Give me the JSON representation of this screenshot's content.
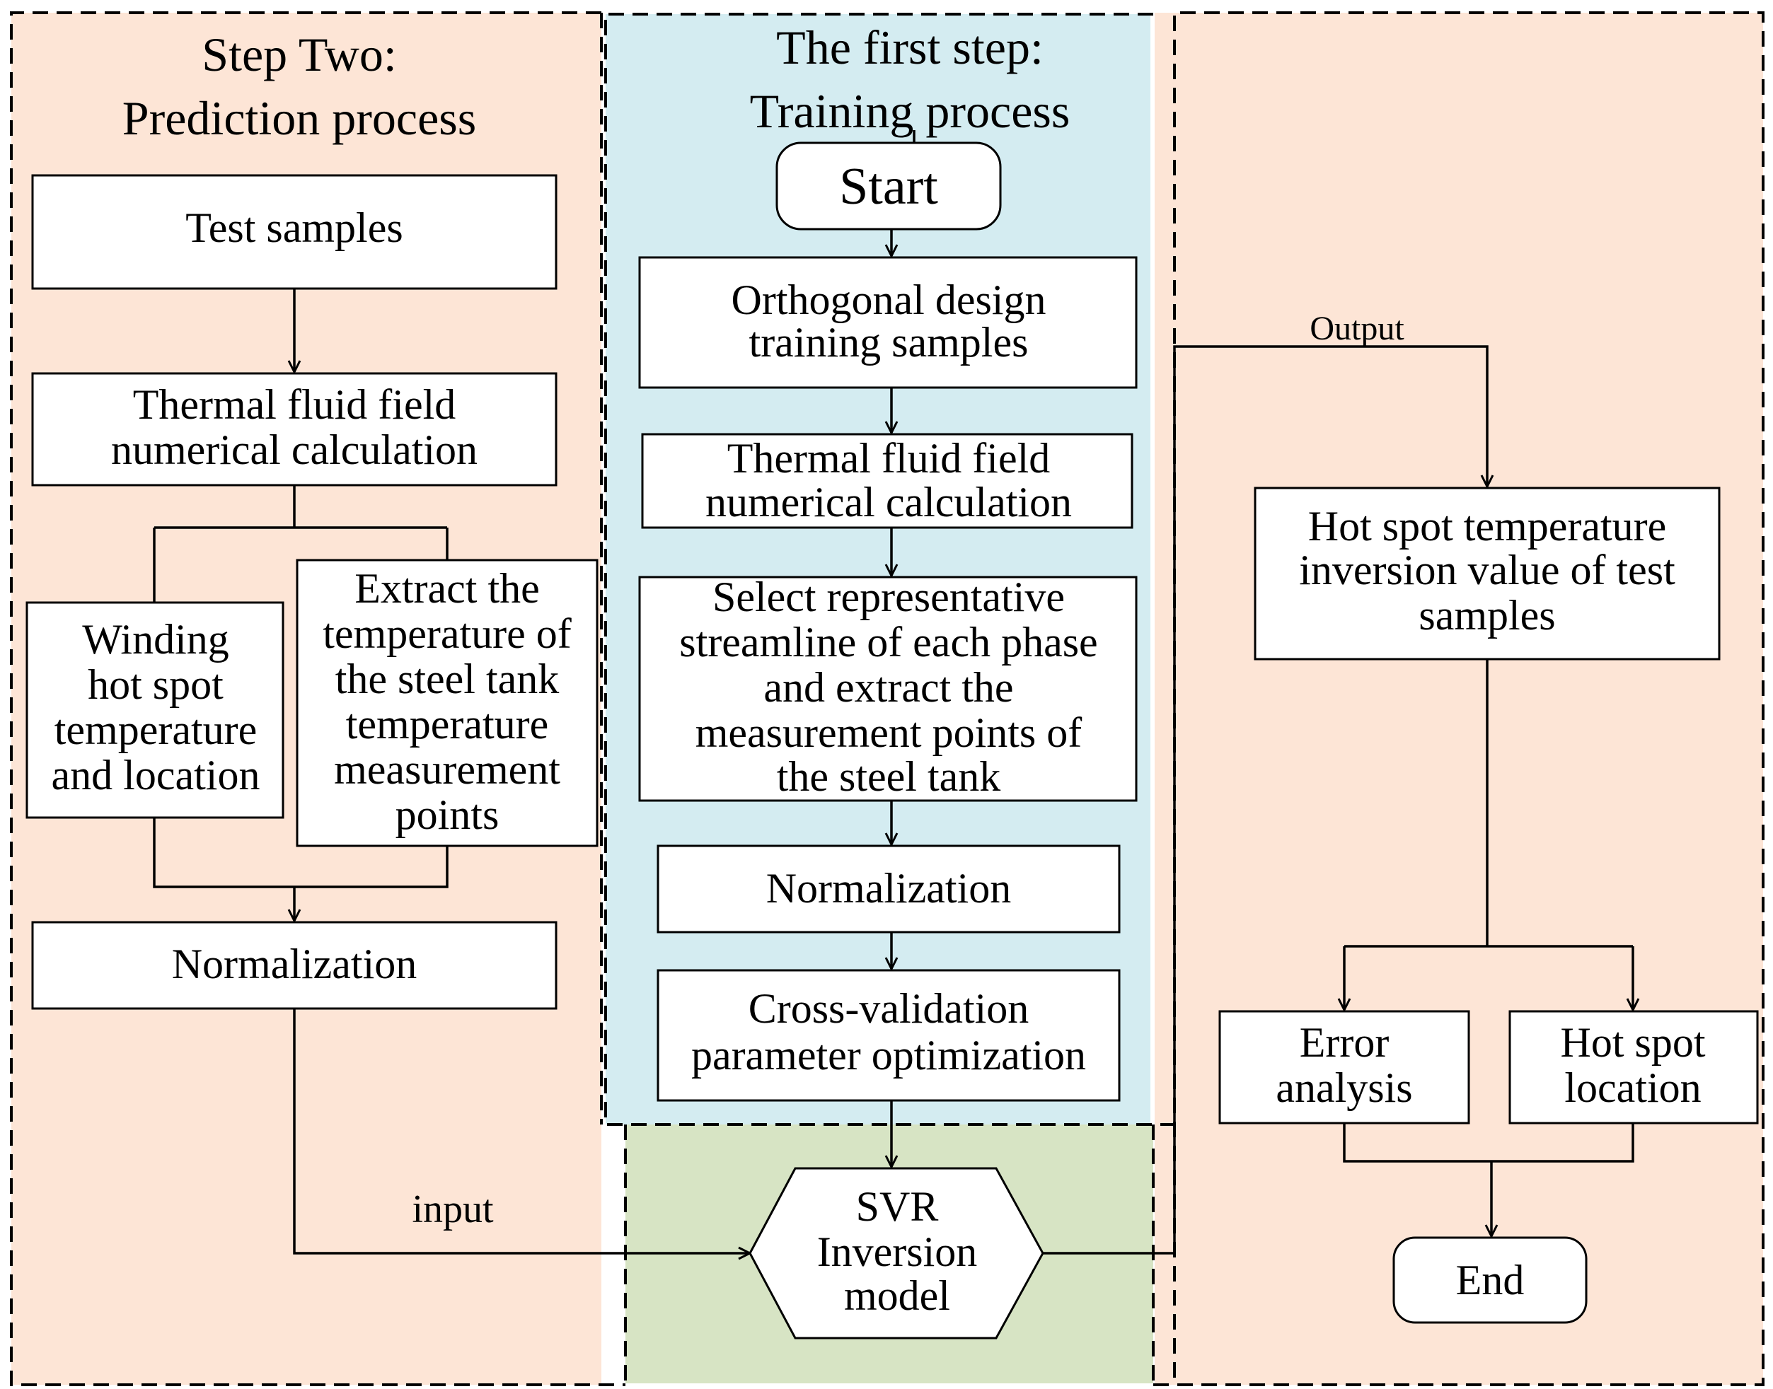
{
  "colors": {
    "panel_peach": "#fde5d6",
    "panel_blue": "#d4ecf1",
    "panel_green": "#d7e4c4"
  },
  "step_two": {
    "title_line1": "Step Two:",
    "title_line2": "Prediction process",
    "test_samples": "Test samples",
    "thermal_line1": "Thermal fluid field",
    "thermal_line2": "numerical calculation",
    "winding_lines": [
      "Winding",
      "hot spot",
      "temperature",
      "and location"
    ],
    "extract_lines": [
      "Extract the",
      "temperature of",
      "the steel tank",
      "temperature",
      "measurement",
      "points"
    ],
    "normalization": "Normalization"
  },
  "step_one": {
    "title_line1": "The first step:",
    "title_line2": "Training process",
    "start": "Start",
    "orthogonal_lines": [
      "Orthogonal design",
      "training samples"
    ],
    "thermal_lines": [
      "Thermal fluid field",
      "numerical calculation"
    ],
    "select_lines": [
      "Select representative",
      "streamline of each phase",
      "and extract the",
      "measurement points of",
      "the steel tank"
    ],
    "normalization": "Normalization",
    "cross_lines": [
      "Cross-validation",
      "parameter optimization"
    ]
  },
  "svr": {
    "lines": [
      "SVR",
      "Inversion",
      "model"
    ],
    "input_label": "input",
    "output_label": "Output"
  },
  "results": {
    "hot_spot_lines": [
      "Hot spot temperature",
      "inversion value of test",
      "samples"
    ],
    "error_lines": [
      "Error",
      "analysis"
    ],
    "location_lines": [
      "Hot spot",
      "location"
    ],
    "end": "End"
  }
}
